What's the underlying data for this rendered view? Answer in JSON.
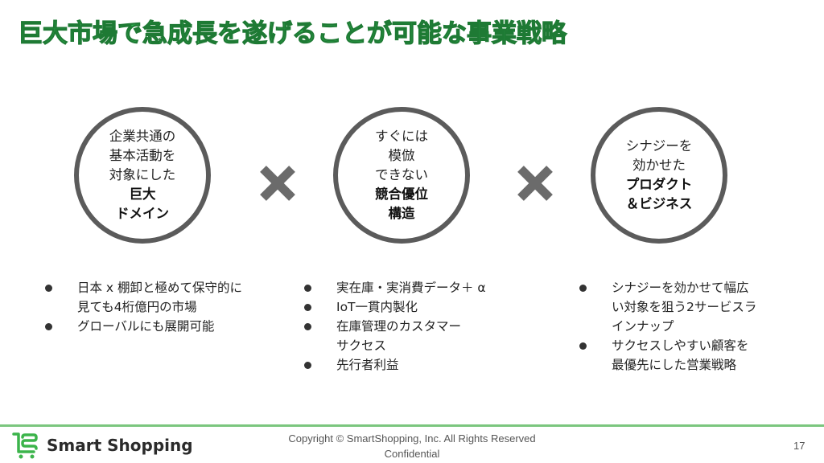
{
  "slide": {
    "title": "巨大市場で急成長を遂げることが可能な事業戦略",
    "circles": [
      {
        "lines": [
          "企業共通の",
          "基本活動を",
          "対象にした"
        ],
        "bold_lines": [
          "巨大",
          "ドメイン"
        ]
      },
      {
        "lines": [
          "すぐには",
          "模倣",
          "できない"
        ],
        "bold_lines": [
          "競合優位",
          "構造"
        ]
      },
      {
        "lines": [
          "シナジーを",
          "効かせた"
        ],
        "bold_lines": [
          "プロダクト",
          "＆ビジネス"
        ]
      }
    ],
    "bullets": [
      [
        "日本 x 棚卸と極めて保守的に\n見ても4桁億円の市場",
        "グローバルにも展開可能"
      ],
      [
        "実在庫・実消費データ＋ α",
        "IoT一貫内製化",
        "在庫管理のカスタマー\nサクセス",
        "先行者利益"
      ],
      [
        "シナジーを効かせて幅広\nい対象を狙う2サービスラ\nインナップ",
        "サクセスしやすい顧客を\n最優先にした営業戦略"
      ]
    ]
  },
  "footer": {
    "logo_text": "Smart Shopping",
    "copyright_line1": "Copyright © SmartShopping, Inc. All Rights Reserved",
    "copyright_line2": "Confidential",
    "page_number": "17"
  },
  "colors": {
    "title": "#34c759",
    "circle_border": "#5b5b5b",
    "cross": "#6b6b6b",
    "footer_line": "#7bc67e",
    "logo_green": "#3cb44b"
  }
}
